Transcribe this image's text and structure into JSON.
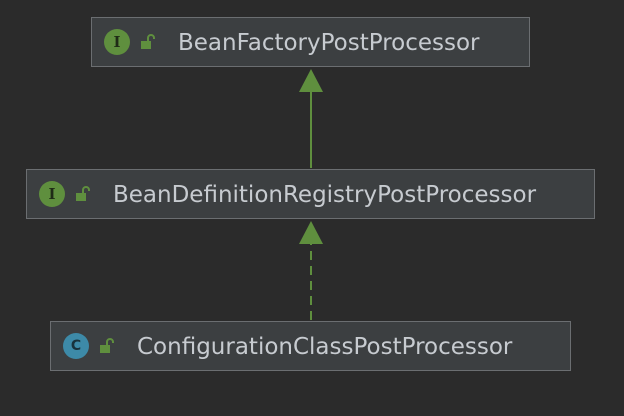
{
  "colors": {
    "background": "#2b2b2b",
    "node_fill": "#3c3f41",
    "node_border": "#6b6e71",
    "text": "#c7cbd0",
    "interface_badge": "#5f8f3e",
    "class_badge": "#3d8aa8",
    "lock_icon": "#5f8f3e",
    "arrow": "#5f8f3e"
  },
  "nodes": [
    {
      "label": "BeanFactoryPostProcessor",
      "kind": "interface",
      "badge_letter": "I",
      "icon": "unlock-icon"
    },
    {
      "label": "BeanDefinitionRegistryPostProcessor",
      "kind": "interface",
      "badge_letter": "I",
      "icon": "unlock-icon"
    },
    {
      "label": "ConfigurationClassPostProcessor",
      "kind": "class",
      "badge_letter": "C",
      "icon": "unlock-icon"
    }
  ],
  "edges": [
    {
      "from": "BeanDefinitionRegistryPostProcessor",
      "to": "BeanFactoryPostProcessor",
      "relation": "extends",
      "style": "solid"
    },
    {
      "from": "ConfigurationClassPostProcessor",
      "to": "BeanDefinitionRegistryPostProcessor",
      "relation": "implements",
      "style": "dashed"
    }
  ]
}
